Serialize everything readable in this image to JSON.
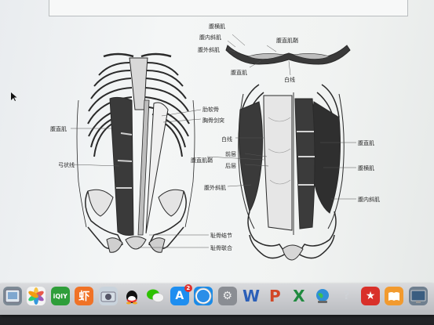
{
  "figure": {
    "labels": {
      "transversus": "腹横肌",
      "internal_oblique_top": "腹内斜肌",
      "external_oblique_top": "腹外斜肌",
      "rectus_sheath": "腹直肌鞘",
      "rectus_cross": "腹直肌",
      "linea_alba_top": "白线",
      "costal_cartilage": "肋软骨",
      "xiphoid": "胸骨剑突",
      "rectus_left": "腹直肌",
      "arcuate": "弓状线",
      "linea_alba_mid": "白线",
      "anterior_layer": "前层",
      "posterior_layer": "后层",
      "sheath_mid": "腹直肌鞘",
      "external_oblique_mid": "腹外斜肌",
      "rectus_right": "腹直肌",
      "transversus_right": "腹横肌",
      "internal_oblique_right": "腹内斜肌",
      "pubic_tubercle": "耻骨结节",
      "pubic_symphysis": "耻骨联合"
    }
  },
  "dock": {
    "items": [
      {
        "name": "preview-icon",
        "glyph": "",
        "color": "#7d8a96"
      },
      {
        "name": "photos-icon",
        "glyph": "",
        "color": "#f4f4f4"
      },
      {
        "name": "iqiyi-icon",
        "glyph": "iQIY",
        "color": "#2f9e3a"
      },
      {
        "name": "xiami-icon",
        "glyph": "虾",
        "color": "#f07226"
      },
      {
        "name": "image-capture-icon",
        "glyph": "",
        "color": "#c9d3dc"
      },
      {
        "name": "qq-icon",
        "glyph": "",
        "color": "transparent"
      },
      {
        "name": "wechat-icon",
        "glyph": "",
        "color": "transparent"
      },
      {
        "name": "app-store-icon",
        "glyph": "A",
        "color": "#1e8ef0",
        "badge": "2"
      },
      {
        "name": "safari-icon",
        "glyph": "",
        "color": "#1a8be8"
      },
      {
        "name": "system-preferences-icon",
        "glyph": "⚙",
        "color": "#8a8d93"
      },
      {
        "name": "word-icon",
        "glyph": "W",
        "color": "transparent"
      },
      {
        "name": "powerpoint-icon",
        "glyph": "P",
        "color": "transparent"
      },
      {
        "name": "excel-icon",
        "glyph": "X",
        "color": "transparent"
      },
      {
        "name": "network-globe-icon",
        "glyph": "",
        "color": "transparent"
      },
      {
        "name": "help-icon",
        "glyph": "?",
        "color": "transparent"
      },
      {
        "name": "wps-icon",
        "glyph": "★",
        "color": "#d9302a"
      },
      {
        "name": "ibooks-icon",
        "glyph": "",
        "color": "#f29a2e"
      },
      {
        "name": "screen-capture-icon",
        "glyph": "",
        "color": "#6f7f8f"
      }
    ]
  }
}
